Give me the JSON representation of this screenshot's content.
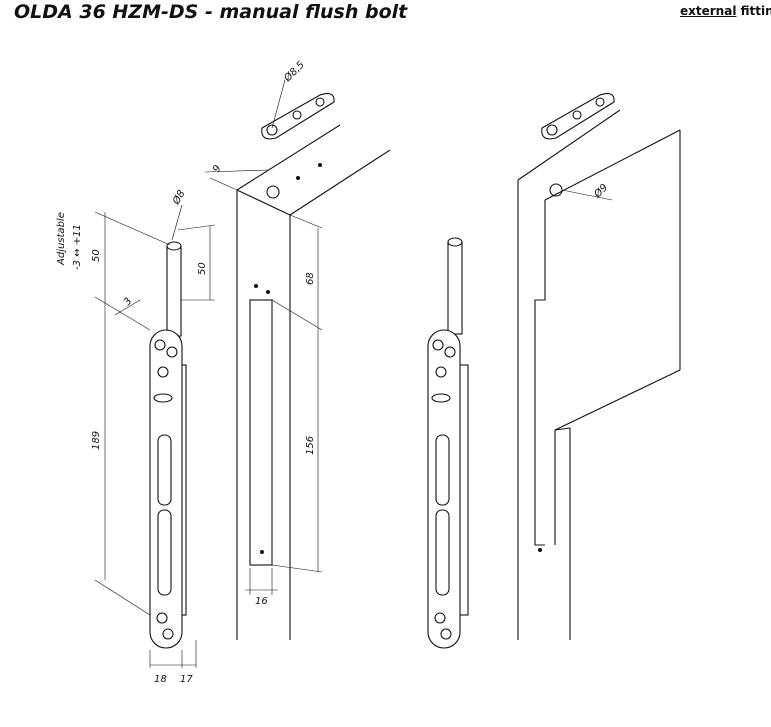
{
  "title": "OLDA 36 HZM-DS - manual flush bolt",
  "fitting": {
    "emphasis": "external",
    "rest": " fitting"
  },
  "dimensions": {
    "adjustable": "Adjustable",
    "adjust_range": "-3 ↔ +11",
    "rod_extension": "50",
    "rod_length": "50",
    "rod_diameter": "Ø8",
    "offset": "3",
    "plate_length": "189",
    "plate_width": "18",
    "depth": "17",
    "edge_distance": "9",
    "keeper_hole": "Ø8,5",
    "slot_top": "68",
    "slot_length": "156",
    "slot_width": "16",
    "frame_hole": "Ø9"
  }
}
